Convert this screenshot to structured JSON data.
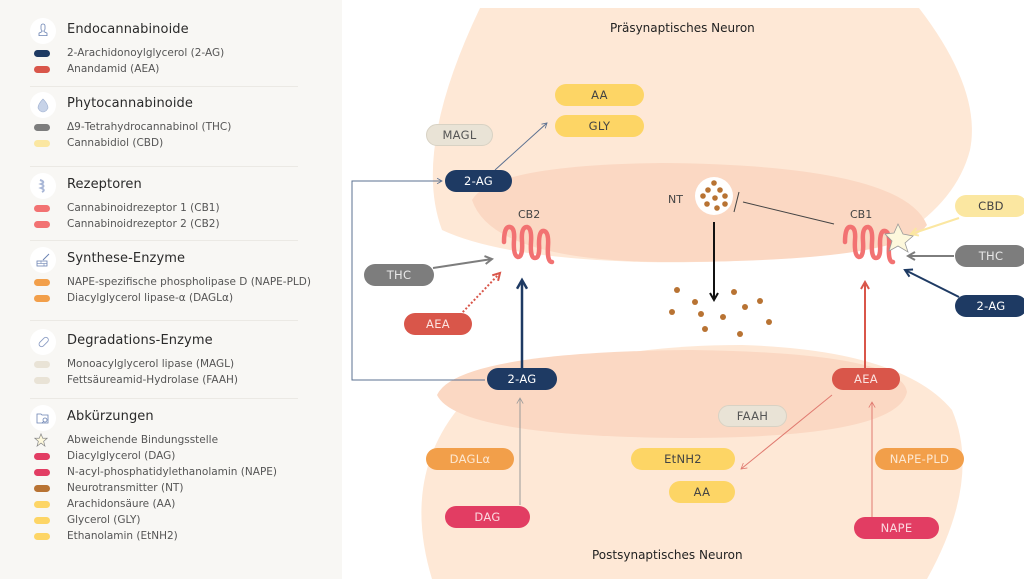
{
  "legend": {
    "sections": [
      {
        "title": "Endocannabinoide",
        "icon": "person-icon",
        "items": [
          {
            "label": "2-Arachidonoylglycerol (2-AG)",
            "color": "#1e3a63"
          },
          {
            "label": "Anandamid (AEA)",
            "color": "#d9564a"
          }
        ]
      },
      {
        "title": "Phytocannabinoide",
        "icon": "leaf-icon",
        "items": [
          {
            "label": "Δ9-Tetrahydrocannabinol (THC)",
            "color": "#7d7d7d"
          },
          {
            "label": "Cannabidiol (CBD)",
            "color": "#fbe7a1"
          }
        ]
      },
      {
        "title": "Rezeptoren",
        "icon": "receptor-icon",
        "items": [
          {
            "label": "Cannabinoidrezeptor 1 (CB1)",
            "color": "#f27272"
          },
          {
            "label": "Cannabinoidrezeptor 2 (CB2)",
            "color": "#f27272"
          }
        ]
      },
      {
        "title": "Synthese-Enzyme",
        "icon": "trowel-brick-icon",
        "items": [
          {
            "label": "NAPE-spezifische  phospholipase D (NAPE-PLD)",
            "color": "#f29f4a"
          },
          {
            "label": "Diacylglycerol lipase-α (DAGLα)",
            "color": "#f29f4a"
          }
        ]
      },
      {
        "title": "Degradations-Enzyme",
        "icon": "pill-capsule-icon",
        "items": [
          {
            "label": "Monoacylglycerol lipase (MAGL)",
            "color": "#e9e3d6"
          },
          {
            "label": "Fettsäureamid-Hydrolase (FAAH)",
            "color": "#e9e3d6"
          }
        ]
      },
      {
        "title": "Abkürzungen",
        "icon": "folder-search-icon",
        "items": [
          {
            "label": "Abweichende Bindungsstelle",
            "color": "star"
          },
          {
            "label": "Diacylglycerol (DAG)",
            "color": "#e23d63"
          },
          {
            "label": "N-acyl-phosphatidylethanolamin (NAPE)",
            "color": "#e23d63"
          },
          {
            "label": "Neurotransmitter (NT)",
            "color": "#b87333"
          },
          {
            "label": "Arachidonsäure (AA)",
            "color": "#fdd565"
          },
          {
            "label": "Glycerol (GLY)",
            "color": "#fdd565"
          },
          {
            "label": "Ethanolamin (EtNH2)",
            "color": "#fdd565"
          }
        ]
      }
    ]
  },
  "diagram": {
    "presynaptic_label": "Präsynaptisches Neuron",
    "postsynaptic_label": "Postsynaptisches Neuron",
    "cb1_label": "CB1",
    "cb2_label": "CB2",
    "nt_label": "NT",
    "pills": {
      "aa_top": "AA",
      "gly_top": "GLY",
      "magl": "MAGL",
      "twoag_top": "2-AG",
      "thc_left": "THC",
      "aea_left": "AEA",
      "twoag_post": "2-AG",
      "aea_post": "AEA",
      "cbd_right": "CBD",
      "thc_right": "THC",
      "twoag_right": "2-AG",
      "faah": "FAAH",
      "dagla": "DAGLα",
      "etnh2": "EtNH2",
      "aa_bottom": "AA",
      "dag": "DAG",
      "nape_pld": "NAPE-PLD",
      "nape": "NAPE"
    },
    "colors": {
      "neuron_outer": "#fee8d6",
      "neuron_inner": "#fbd8c3",
      "twoag": "#1e3a63",
      "aea": "#d9564a",
      "thc": "#7d7d7d",
      "cbd": "#fbe7a1",
      "receptor": "#f27272",
      "enzyme_synth": "#f29f4a",
      "enzyme_degr": "#e9e3d6",
      "precursor": "#e23d63",
      "nt": "#b87333",
      "product": "#fdd565"
    }
  }
}
